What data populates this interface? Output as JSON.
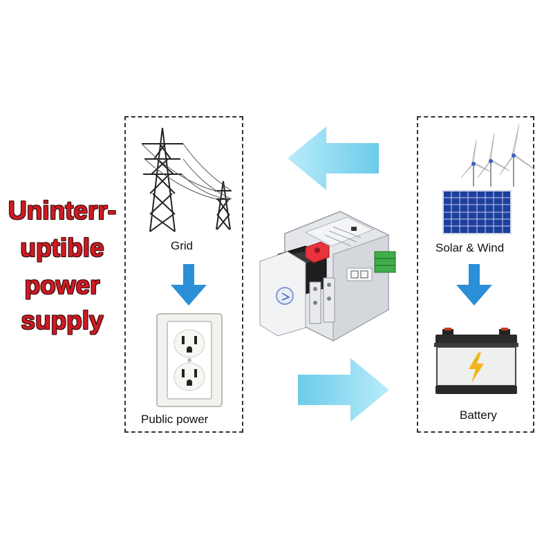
{
  "title_lines": [
    "Uninterr-",
    "uptible",
    "power",
    "supply"
  ],
  "left": {
    "grid_label": "Grid",
    "outlet_label": "Public power"
  },
  "right": {
    "renewable_label": "Solar & Wind",
    "battery_label": "Battery"
  },
  "colors": {
    "title": "#d01a22",
    "flow_arrow": "#7fd6ef",
    "down_arrow": "#2a8fd6",
    "solar_panel": "#1f3f9e",
    "switch_handle": "#e8323c"
  }
}
